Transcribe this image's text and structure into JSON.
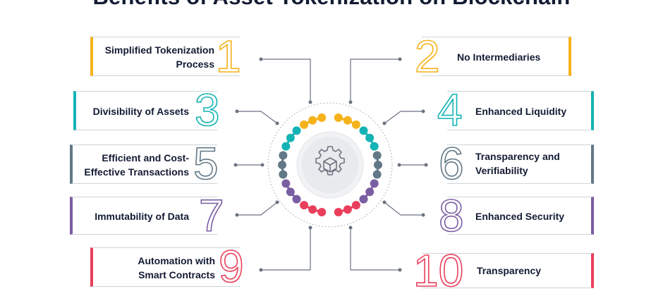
{
  "title": "Benefits of Asset Tokenization on Blockchain",
  "center": {
    "icon": "gear-cube-icon"
  },
  "colors": {
    "yellow": "#f5b21b",
    "teal": "#14b3b4",
    "slate": "#627886",
    "purple": "#7a5ea2",
    "red": "#ea3f5c",
    "text": "#131b33"
  },
  "benefits": [
    {
      "number": "1",
      "label_lines": [
        "Simplified Tokenization",
        "Process"
      ],
      "color": "#f5b21b"
    },
    {
      "number": "2",
      "label_lines": [
        "No Intermediaries"
      ],
      "color": "#f5b21b"
    },
    {
      "number": "3",
      "label_lines": [
        "Divisibility of Assets"
      ],
      "color": "#14b3b4"
    },
    {
      "number": "4",
      "label_lines": [
        "Enhanced Liquidity"
      ],
      "color": "#14b3b4"
    },
    {
      "number": "5",
      "label_lines": [
        "Efficient and Cost-",
        "Effective Transactions"
      ],
      "color": "#627886"
    },
    {
      "number": "6",
      "label_lines": [
        "Transparency and",
        "Verifiability"
      ],
      "color": "#627886"
    },
    {
      "number": "7",
      "label_lines": [
        "Immutability of Data"
      ],
      "color": "#7a5ea2"
    },
    {
      "number": "8",
      "label_lines": [
        "Enhanced Security"
      ],
      "color": "#7a5ea2"
    },
    {
      "number": "9",
      "label_lines": [
        "Automation with",
        "Smart Contracts"
      ],
      "color": "#ea3f5c"
    },
    {
      "number": "10",
      "label_lines": [
        "Transparency"
      ],
      "color": "#ea3f5c"
    }
  ]
}
